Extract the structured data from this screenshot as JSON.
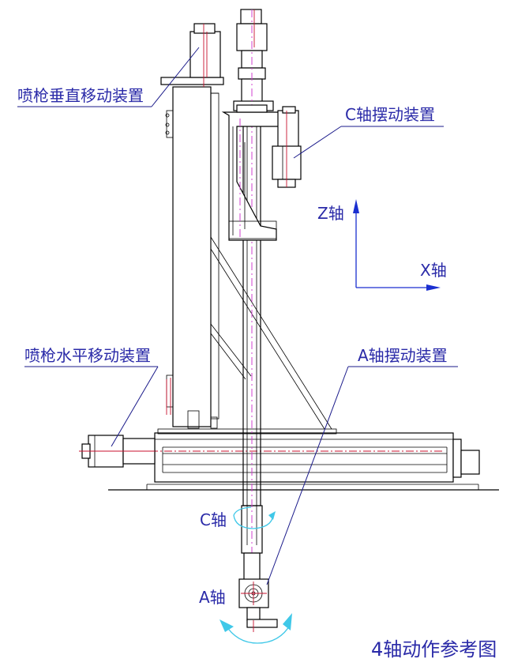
{
  "labels": {
    "vertical_device": "喷枪垂直移动装置",
    "horizontal_device": "喷枪水平移动装置",
    "c_swing_device": "C轴摆动装置",
    "a_swing_device": "A轴摆动装置",
    "z_axis": "Z轴",
    "x_axis": "X轴",
    "c_axis": "C轴",
    "a_axis": "A轴",
    "figure_title": "4轴动作参考图"
  },
  "colors": {
    "label_text": "#2a2aa8",
    "leader_line": "#1a1a8a",
    "axis_arrow": "#1a2fd0",
    "rotation_arrow": "#40c8e8",
    "centerline": "#c8102e",
    "dash_centerline": "#d040d0",
    "outline": "#000000"
  }
}
